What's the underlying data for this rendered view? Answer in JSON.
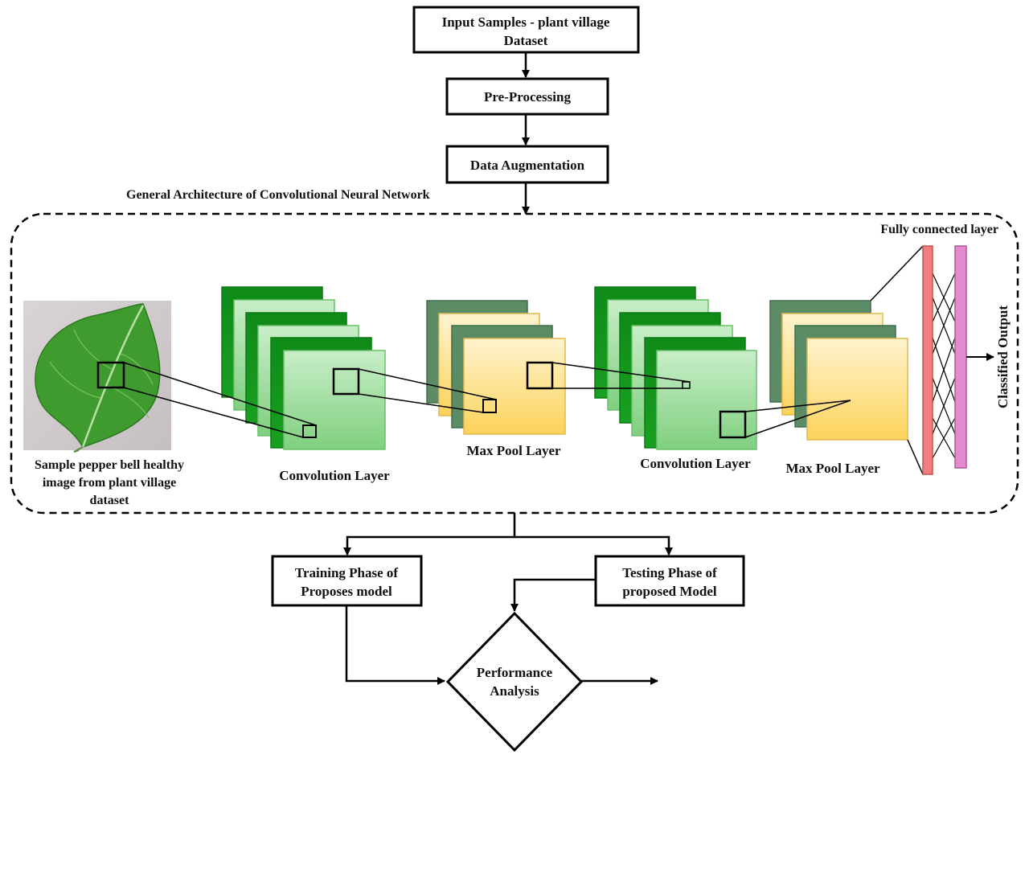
{
  "flow": {
    "input_line1": "Input Samples - plant village",
    "input_line2": "Dataset",
    "preprocessing": "Pre-Processing",
    "augmentation": "Data Augmentation",
    "training_line1": "Training Phase of",
    "training_line2": "Proposes model",
    "testing_line1": "Testing Phase of",
    "testing_line2": "proposed Model",
    "performance_line1": "Performance",
    "performance_line2": "Analysis"
  },
  "cnn": {
    "title": "General Architecture of Convolutional Neural Network",
    "sample_line1": "Sample pepper bell healthy",
    "sample_line2": "image from plant village",
    "sample_line3": "dataset",
    "conv1": "Convolution Layer",
    "pool1": "Max Pool Layer",
    "conv2": "Convolution Layer",
    "pool2": "Max Pool Layer",
    "fc": "Fully connected layer",
    "output": "Classified Output"
  },
  "colors": {
    "dark_green": "#138d1d",
    "light_green": "#8fd88f",
    "dark_gray_green": "#5a8a64",
    "yellow": "#fbd66a",
    "fc_red": "#f08080",
    "fc_pink": "#e58ad0",
    "leaf": "#3f9b2e"
  }
}
